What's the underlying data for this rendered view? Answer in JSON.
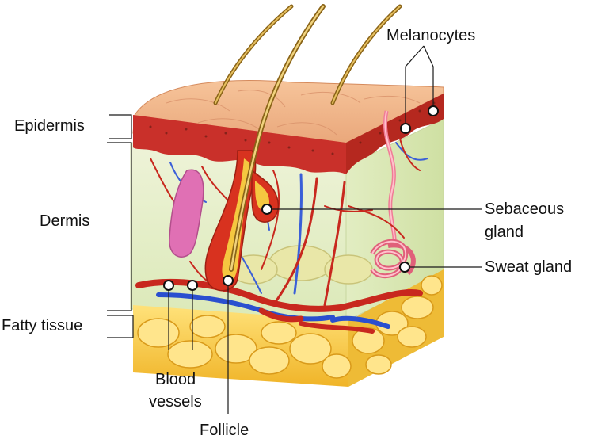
{
  "diagram": {
    "labels": {
      "melanocytes": "Melanocytes",
      "epidermis": "Epidermis",
      "dermis": "Dermis",
      "fatty_tissue": "Fatty tissue",
      "sebaceous_line1": "Sebaceous",
      "sebaceous_line2": "gland",
      "sweat_gland": "Sweat gland",
      "blood_line1": "Blood",
      "blood_line2": "vessels",
      "follicle": "Follicle"
    }
  }
}
